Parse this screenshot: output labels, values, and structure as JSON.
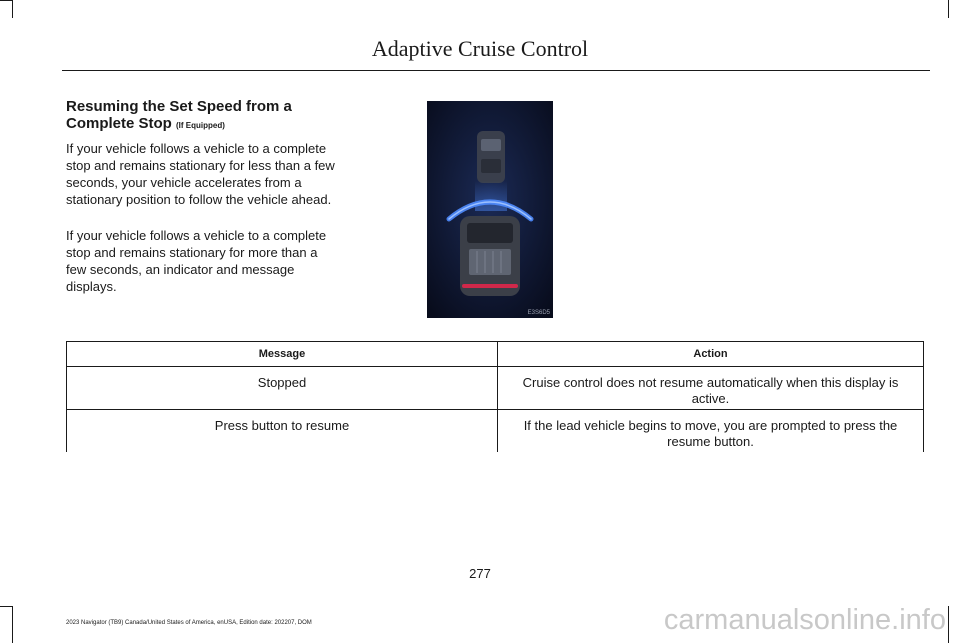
{
  "header": {
    "title": "Adaptive Cruise Control"
  },
  "section": {
    "title": "Resuming the Set Speed from a Complete Stop",
    "qualifier": "(If Equipped)"
  },
  "paragraphs": [
    "If your vehicle follows a vehicle to a complete stop and remains stationary for less than a few seconds, your vehicle accelerates from a stationary position to follow the vehicle ahead.",
    "If your vehicle follows a vehicle to a complete stop and remains stationary for more than a few seconds, an indicator and message displays."
  ],
  "figure": {
    "label": "E3S6D5",
    "colors": {
      "background": "#0a1024",
      "arc": "#2b6bff",
      "glow": "#4f8cff"
    }
  },
  "table": {
    "headers": [
      "Message",
      "Action"
    ],
    "rows": [
      [
        "Stopped",
        "Cruise control does not resume automatically when this display is active."
      ],
      [
        "Press button to resume",
        "If the lead vehicle begins to move, you are prompted to press the resume button."
      ]
    ]
  },
  "page_number": "277",
  "footer": "2023 Navigator (TB9) Canada/United States of America, enUSA, Edition date: 202207, DOM",
  "watermark": "carmanualsonline.info"
}
